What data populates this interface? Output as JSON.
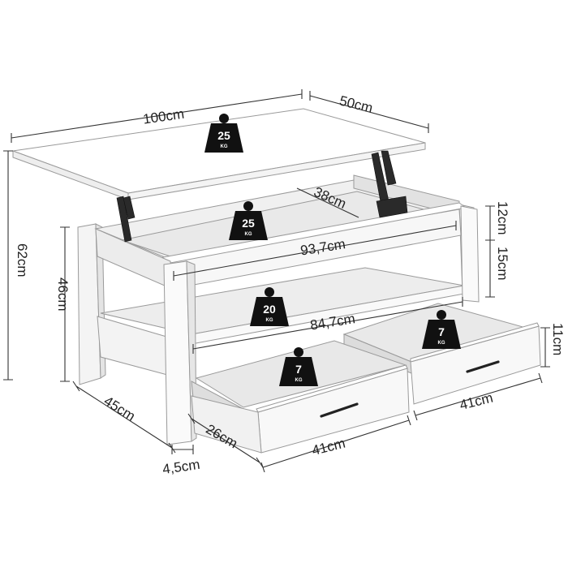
{
  "colors": {
    "panel": "#ffffff",
    "panel_shade": "#e9e9e9",
    "panel_dark": "#d6d6d6",
    "outline": "#9a9a9a",
    "dimension_line": "#333333",
    "weight_badge": "#111111",
    "hardware": "#222222"
  },
  "product": {
    "name": "lift-top coffee table with two drawers"
  },
  "dimensions": {
    "top_width": "100cm",
    "top_depth": "50cm",
    "overall_height": "62cm",
    "body_height": "46cm",
    "body_depth": "45cm",
    "lift_depth": "38cm",
    "inner_width_upper": "93,7cm",
    "inner_width_lower": "84,7cm",
    "upper_compartment_height": "12cm",
    "shelf_gap_height": "15cm",
    "drawer_height": "11cm",
    "drawer_depth": "26cm",
    "leg_width": "4,5cm",
    "drawer_width_left": "41cm",
    "drawer_width_right": "41cm"
  },
  "load_ratings": {
    "lift_top": {
      "value": "25",
      "unit": "KG"
    },
    "compartment": {
      "value": "25",
      "unit": "KG"
    },
    "shelf": {
      "value": "20",
      "unit": "KG"
    },
    "drawer_left": {
      "value": "7",
      "unit": "KG"
    },
    "drawer_right": {
      "value": "7",
      "unit": "KG"
    }
  }
}
